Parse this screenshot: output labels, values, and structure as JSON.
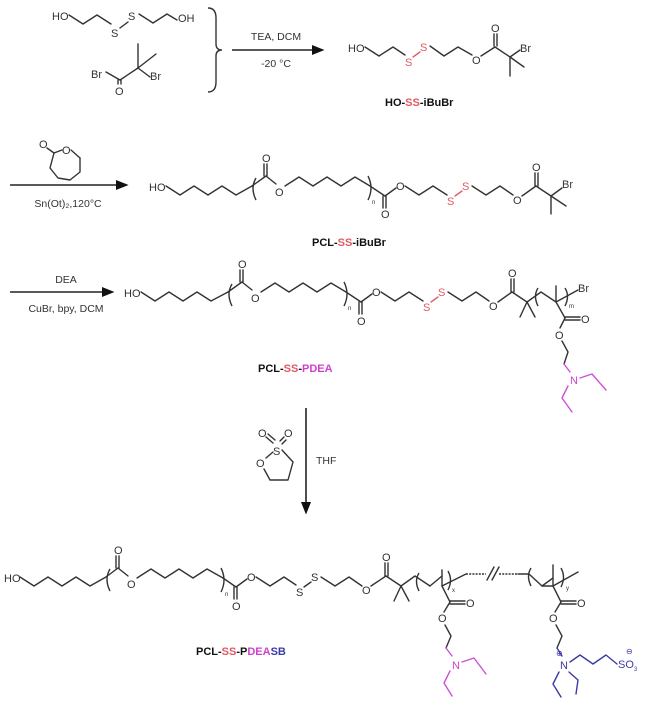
{
  "scheme": {
    "step1": {
      "reactant_a_atoms": {
        "ho": "HO",
        "s1": "S",
        "s2": "S",
        "oh": "OH"
      },
      "reactant_b_atoms": {
        "br1": "Br",
        "br2": "Br",
        "o": "O"
      },
      "conditions_top": "TEA, DCM",
      "conditions_bottom": "-20 °C",
      "product_atoms": {
        "ho": "HO",
        "s1": "S",
        "s2": "S",
        "o_ester": "O",
        "o_carbonyl": "O",
        "br": "Br"
      },
      "product_label": {
        "part1": "HO-",
        "part2": "SS",
        "part3": "-iBuBr"
      }
    },
    "step2": {
      "reagent_atoms": {
        "o_carbonyl": "O",
        "o_ring": "O"
      },
      "conditions_bottom": "Sn(Ot)₂,120°C",
      "product_atoms": {
        "ho": "HO",
        "o1": "O",
        "o2": "O",
        "n_sub": "n",
        "o3": "O",
        "o4": "O",
        "s1": "S",
        "s2": "S",
        "o5": "O",
        "o6": "O",
        "br": "Br"
      },
      "product_label": {
        "part1": "PCL-",
        "part2": "SS",
        "part3": "-iBuBr"
      }
    },
    "step3": {
      "conditions_top": "DEA",
      "conditions_bottom": "CuBr, bpy, DCM",
      "product_atoms": {
        "ho": "HO",
        "o1": "O",
        "o2": "O",
        "n_sub": "n",
        "o3": "O",
        "o4": "O",
        "s1": "S",
        "s2": "S",
        "o5": "O",
        "o6": "O",
        "m_sub": "m",
        "br": "Br",
        "o7": "O",
        "o8": "O",
        "n_amine": "N"
      },
      "product_label": {
        "part1": "PCL-",
        "part2": "SS",
        "part3": "-",
        "part4": "PDEA"
      }
    },
    "step4": {
      "reagent_atoms": {
        "o1": "O",
        "o2": "O",
        "s": "S",
        "o_ring": "O"
      },
      "conditions_right": "THF",
      "product_atoms": {
        "ho": "HO",
        "o1": "O",
        "o2": "O",
        "n_sub": "n",
        "o3": "O",
        "o4": "O",
        "s1": "S",
        "s2": "S",
        "o5": "O",
        "o6": "O",
        "x_sub": "x",
        "y_sub": "y",
        "o7": "O",
        "o8": "O",
        "n_amine": "N",
        "o9": "O",
        "o10": "O",
        "n_plus": "N",
        "plus": "⊕",
        "so3": "SO",
        "so3_sub": "3",
        "minus": "⊖"
      },
      "product_label": {
        "part1": "PCL-",
        "part2": "SS",
        "part3": "-P",
        "part4": "DEA",
        "part5": "SB"
      }
    }
  },
  "colors": {
    "disulfide": "#e05a64",
    "pdea": "#d040d0",
    "sulfobetaine": "#3a3aa8",
    "bond": "#333333"
  }
}
